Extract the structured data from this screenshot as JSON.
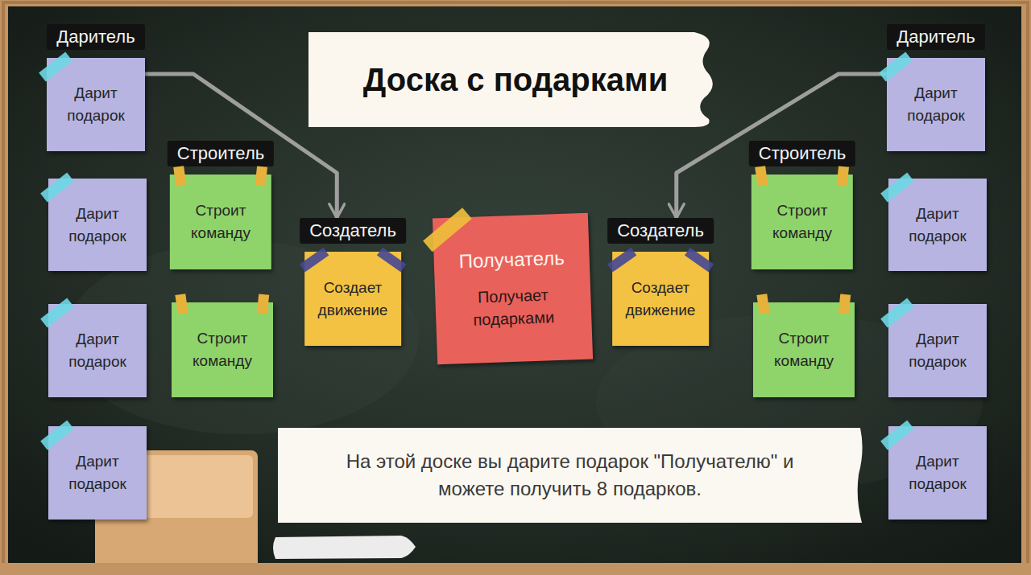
{
  "diagram": {
    "title": "Доска с подарками",
    "caption": "На этой доске вы дарите подарок \"Получателю\" и можете получить 8 подарков.",
    "nodes": [
      {
        "text": [
          "Даритель",
          "Дарит подарок"
        ]
      },
      {
        "text": [
          "Дарит подарок"
        ]
      },
      {
        "text": [
          "Дарит подарок"
        ]
      },
      {
        "text": [
          "Дарит подарок"
        ]
      },
      {
        "text": [
          "Строитель",
          "Строит команду"
        ]
      },
      {
        "text": [
          "Строит команду"
        ]
      },
      {
        "text": [
          "Создатель",
          "Создает движение"
        ]
      },
      {
        "text": [
          "Получатель",
          "Получает подарками"
        ]
      },
      {
        "text": [
          "Создатель",
          "Создает движение"
        ]
      },
      {
        "text": [
          "Строитель",
          "Строит команду"
        ]
      },
      {
        "text": [
          "Строит команду"
        ]
      },
      {
        "text": [
          "Даритель",
          "Дарит подарок"
        ]
      },
      {
        "text": [
          "Дарит подарок"
        ]
      },
      {
        "text": [
          "Дарит подарок"
        ]
      },
      {
        "text": [
          "Дарит подарок"
        ]
      }
    ],
    "edges": [
      {
        "from": 0,
        "to": 6,
        "arrow": "to"
      },
      {
        "from": 11,
        "to": 8,
        "arrow": "to"
      }
    ]
  }
}
